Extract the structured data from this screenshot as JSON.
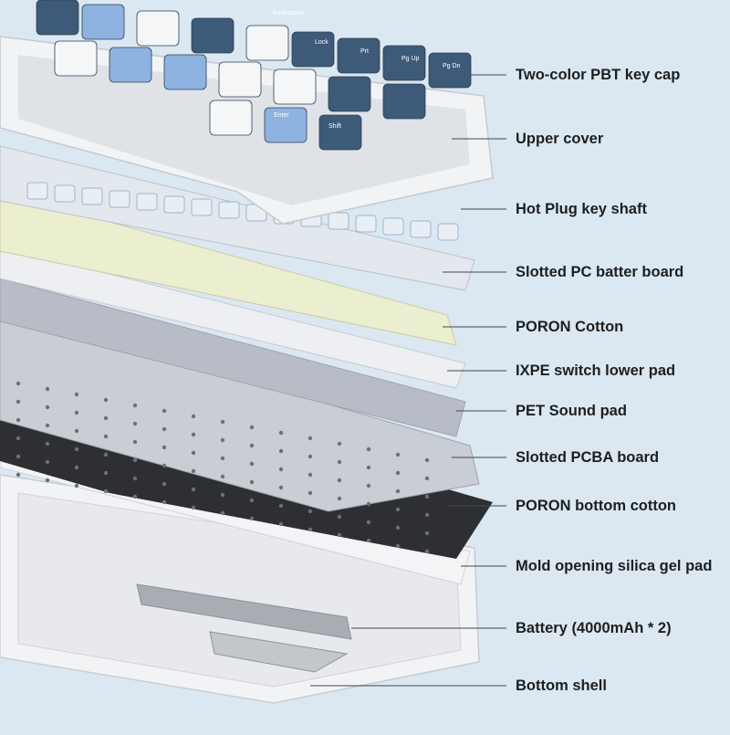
{
  "colors": {
    "background": "#dbe8f2",
    "keycap_navy": "#3d5a78",
    "keycap_light_blue": "#8fb3e0",
    "keycap_white": "#f4f6f8",
    "frame_white": "#f2f3f5",
    "plate_cream": "#eceed0",
    "metal_silver": "#b7bcc6",
    "poron_black": "#2e2f33",
    "battery_silver": "#a9adb3",
    "leader_line": "#444444"
  },
  "layers": [
    {
      "id": "keycap",
      "label": "Two-color PBT key cap"
    },
    {
      "id": "upper-cover",
      "label": "Upper cover"
    },
    {
      "id": "switch",
      "label": "Hot Plug key shaft"
    },
    {
      "id": "pc-board",
      "label": "Slotted PC batter board"
    },
    {
      "id": "poron-cotton",
      "label": "PORON Cotton"
    },
    {
      "id": "ixpe-pad",
      "label": "IXPE switch lower pad"
    },
    {
      "id": "pet-pad",
      "label": "PET Sound pad"
    },
    {
      "id": "pcba-board",
      "label": "Slotted PCBA board"
    },
    {
      "id": "poron-bottom",
      "label": "PORON bottom cotton"
    },
    {
      "id": "silica-pad",
      "label": "Mold opening silica gel pad"
    },
    {
      "id": "battery",
      "label": "Battery (4000mAh * 2)"
    },
    {
      "id": "bottom-shell",
      "label": "Bottom shell"
    }
  ],
  "keycap_legends": [
    "← Backspace",
    "Lock",
    "Prt",
    "Pg Up",
    "Pg Dn",
    "Enter",
    "Shift"
  ]
}
